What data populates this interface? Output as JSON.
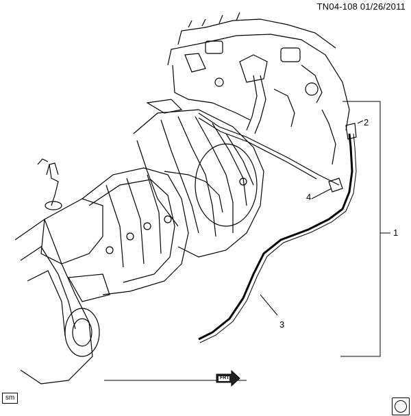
{
  "header": {
    "diagram_id": "TN04-108",
    "date": "01/26/2011"
  },
  "callouts": [
    "1",
    "2",
    "3",
    "4"
  ],
  "footer": {
    "sm_label": "sm",
    "fwd_label": "FRT"
  }
}
